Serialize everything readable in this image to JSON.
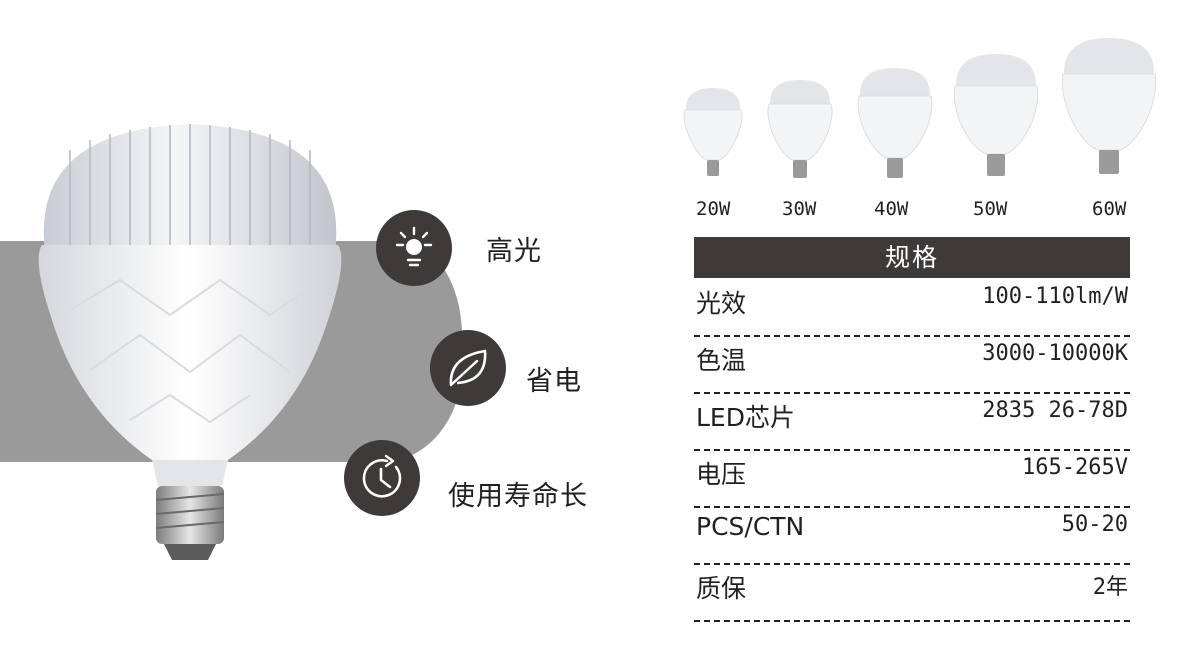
{
  "features": [
    {
      "label": "高光",
      "icon": "sun-icon"
    },
    {
      "label": "省电",
      "icon": "leaf-icon"
    },
    {
      "label": "使用寿命长",
      "icon": "clock-icon"
    }
  ],
  "variants": [
    "20W",
    "30W",
    "40W",
    "50W",
    "60W"
  ],
  "spec": {
    "title": "规格",
    "rows": [
      {
        "name": "光效",
        "value": "100-110lm/W"
      },
      {
        "name": "色温",
        "value": "3000-10000K"
      },
      {
        "name": "LED芯片",
        "value": "2835 26-78D"
      },
      {
        "name": "电压",
        "value": "165-265V"
      },
      {
        "name": "PCS/CTN",
        "value": "50-20"
      },
      {
        "name": "质保",
        "value": "2年"
      }
    ]
  },
  "colors": {
    "dark": "#3e3a3a",
    "band": "#9a9a9a",
    "text": "#231f20"
  }
}
